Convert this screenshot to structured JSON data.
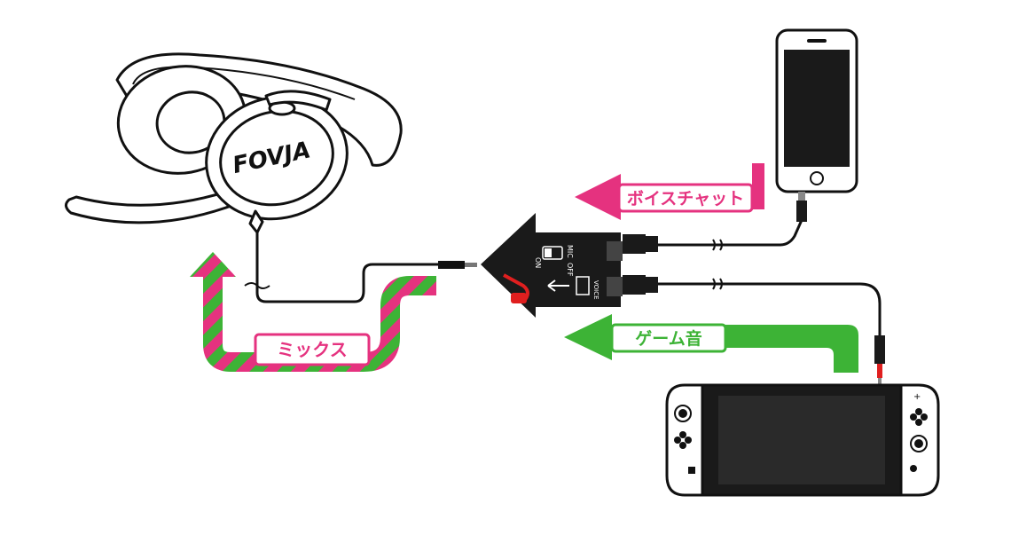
{
  "colors": {
    "voice_chat": "#e5327f",
    "game_audio": "#3db336",
    "mix_stripe_a": "#e5327f",
    "mix_stripe_b": "#3db336",
    "device": "#1a1a1a",
    "red_accent": "#e01f1f"
  },
  "labels": {
    "voice_chat": "ボイスチャット",
    "game_audio": "ゲーム音",
    "mix": "ミックス"
  },
  "headset": {
    "logo": "FOVJA"
  },
  "adapter": {
    "switch_on": "ON",
    "switch_mic": "MIC",
    "switch_off": "OFF",
    "voice": "VOICE"
  },
  "icons": {
    "phone": "smartphone-icon",
    "console": "handheld-console-icon",
    "headset": "headset-icon",
    "adapter": "audio-splitter-icon"
  }
}
